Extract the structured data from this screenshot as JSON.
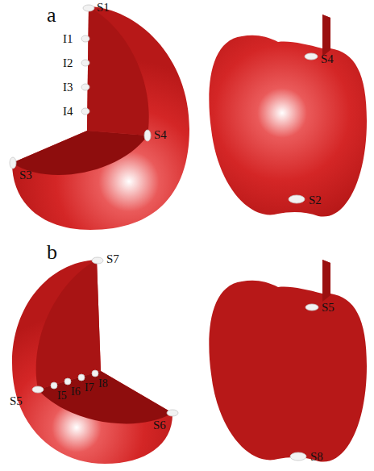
{
  "diagram": {
    "labels": [
      "a",
      "S1",
      "I1",
      "I2",
      "I3",
      "I4",
      "S3",
      "S4",
      "S4",
      "S2",
      "b",
      "S7",
      "I5",
      "I6",
      "I7",
      "I8",
      "S5",
      "S6",
      "S5",
      "S8"
    ]
  }
}
